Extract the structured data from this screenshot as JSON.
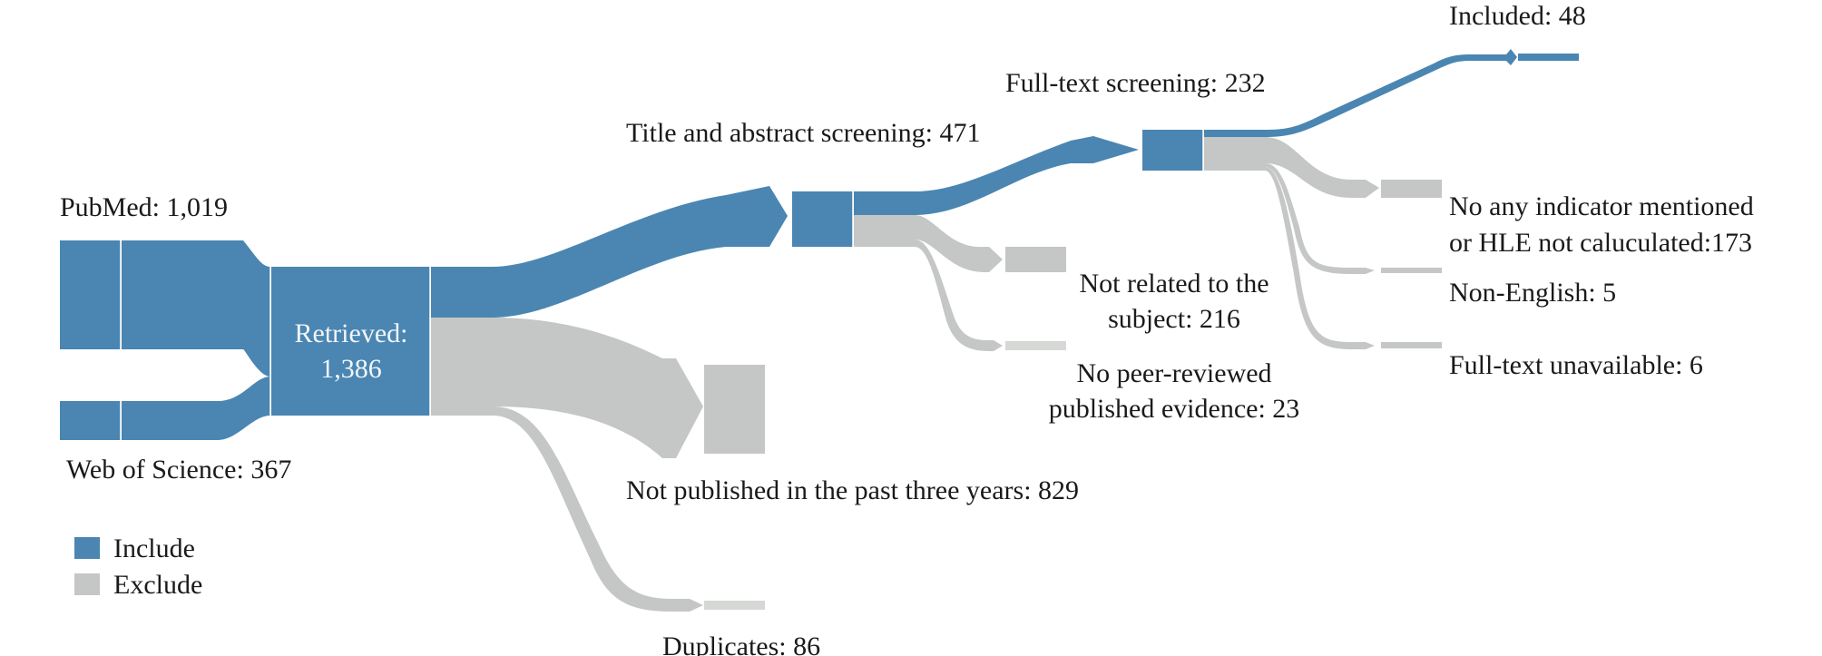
{
  "colors": {
    "include": "#4a86b1",
    "exclude": "#c4c7c6",
    "exclude_light": "#d5d8d5",
    "text": "#1a1a1a"
  },
  "labels": {
    "pubmed": "PubMed: 1,019",
    "wos": "Web of Science: 367",
    "retrieved_line1": "Retrieved:",
    "retrieved_line2": "1,386",
    "title_abstract": "Title and abstract screening: 471",
    "not_published": "Not published in the past three years: 829",
    "duplicates": "Duplicates: 86",
    "full_text": "Full-text screening: 232",
    "not_related_line1": "Not related to the",
    "not_related_line2": "subject: 216",
    "no_peer_line1": "No peer-reviewed",
    "no_peer_line2": "published evidence: 23",
    "included": "Included: 48",
    "no_indicator_line1": "No any indicator mentioned",
    "no_indicator_line2": "or HLE not caluculated:173",
    "non_english": "Non-English: 5",
    "fulltext_unavailable": "Full-text unavailable: 6"
  },
  "legend": {
    "include": "Include",
    "exclude": "Exclude"
  },
  "flows": [
    {
      "from": "PubMed",
      "to": "Retrieved",
      "value": 1019,
      "type": "include"
    },
    {
      "from": "Web of Science",
      "to": "Retrieved",
      "value": 367,
      "type": "include"
    },
    {
      "from": "Retrieved",
      "to": "Title and abstract screening",
      "value": 471,
      "type": "include"
    },
    {
      "from": "Retrieved",
      "to": "Not published in the past three years",
      "value": 829,
      "type": "exclude"
    },
    {
      "from": "Retrieved",
      "to": "Duplicates",
      "value": 86,
      "type": "exclude"
    },
    {
      "from": "Title and abstract screening",
      "to": "Full-text screening",
      "value": 232,
      "type": "include"
    },
    {
      "from": "Title and abstract screening",
      "to": "Not related to the subject",
      "value": 216,
      "type": "exclude"
    },
    {
      "from": "Title and abstract screening",
      "to": "No peer-reviewed published evidence",
      "value": 23,
      "type": "exclude"
    },
    {
      "from": "Full-text screening",
      "to": "Included",
      "value": 48,
      "type": "include"
    },
    {
      "from": "Full-text screening",
      "to": "No any indicator mentioned or HLE not caluculated",
      "value": 173,
      "type": "exclude"
    },
    {
      "from": "Full-text screening",
      "to": "Non-English",
      "value": 5,
      "type": "exclude"
    },
    {
      "from": "Full-text screening",
      "to": "Full-text unavailable",
      "value": 6,
      "type": "exclude"
    }
  ]
}
